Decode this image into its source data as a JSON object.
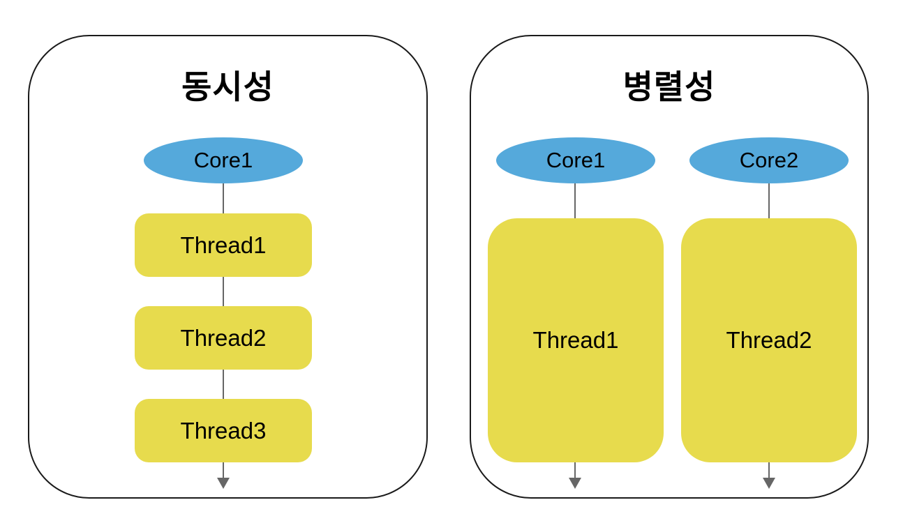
{
  "colors": {
    "core_fill": "#55A9DB",
    "thread_fill": "#E7DB4D",
    "panel_border": "#1A1A1A",
    "connector": "#666666",
    "text": "#000000",
    "background": "#FFFFFF"
  },
  "panels": {
    "left": {
      "title": "동시성",
      "core": {
        "label": "Core1"
      },
      "threads": [
        {
          "label": "Thread1"
        },
        {
          "label": "Thread2"
        },
        {
          "label": "Thread3"
        }
      ]
    },
    "right": {
      "title": "병렬성",
      "columns": [
        {
          "core": {
            "label": "Core1"
          },
          "thread": {
            "label": "Thread1"
          }
        },
        {
          "core": {
            "label": "Core2"
          },
          "thread": {
            "label": "Thread2"
          }
        }
      ]
    }
  }
}
